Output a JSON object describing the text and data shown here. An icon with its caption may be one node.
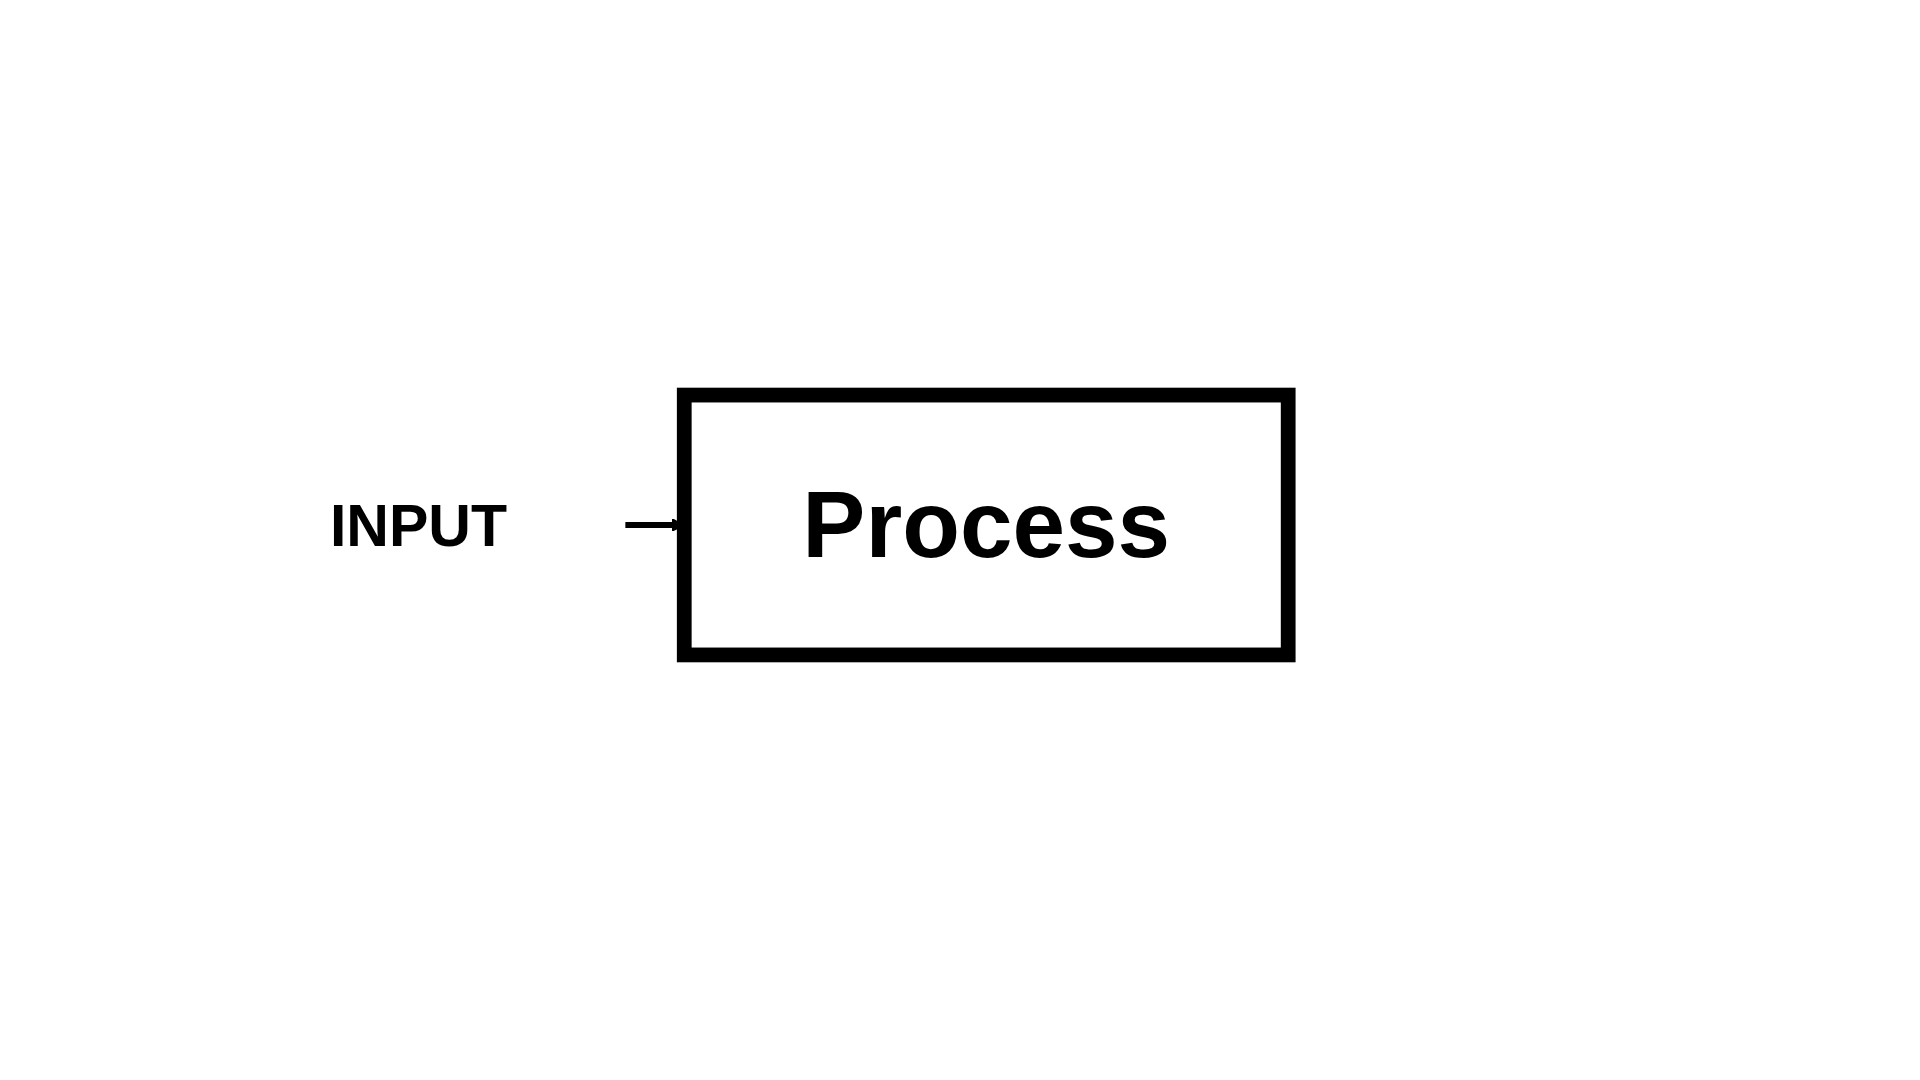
{
  "diagram": {
    "nodes": [
      {
        "text": [
          "INPUT"
        ]
      },
      {
        "text": [
          "Process"
        ]
      }
    ],
    "edges": [
      {
        "from": 0,
        "to": 1,
        "arrow": "to"
      }
    ]
  }
}
